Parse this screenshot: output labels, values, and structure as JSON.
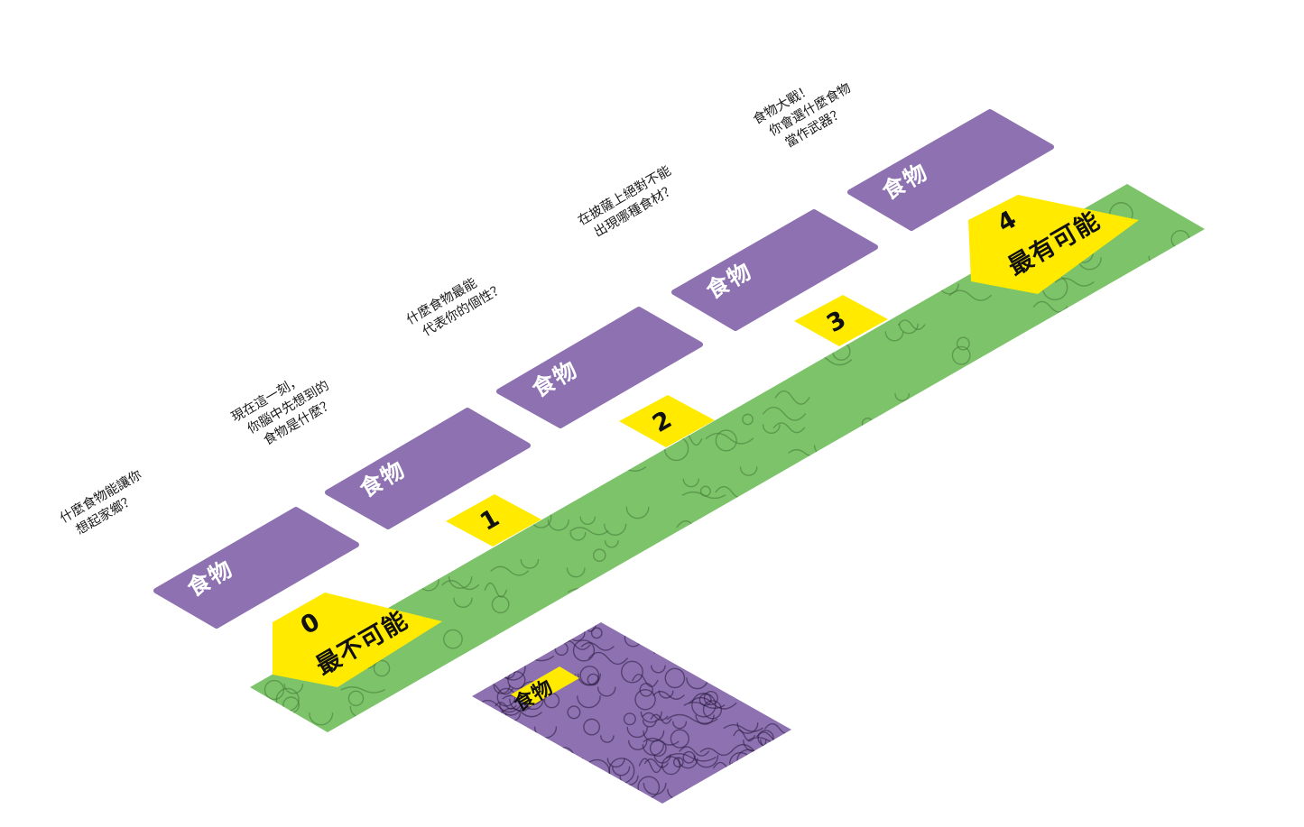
{
  "colors": {
    "purple": "#8d71b1",
    "green": "#7cc36a",
    "yellow": "#ffea00",
    "ink": "#111111"
  },
  "scale": {
    "min_number": "0",
    "min_label": "最不可能",
    "max_number": "4",
    "max_label": "最有可能",
    "middle_numbers": [
      "1",
      "2",
      "3"
    ]
  },
  "cards": [
    {
      "label": "食物",
      "question_lines": [
        "什麼食物能讓你",
        "想起家鄉？"
      ]
    },
    {
      "label": "食物",
      "question_lines": [
        "現在這一刻，",
        "你腦中先想到的",
        "食物是什麼？"
      ]
    },
    {
      "label": "食物",
      "question_lines": [
        "什麼食物最能",
        "代表你的個性？"
      ]
    },
    {
      "label": "食物",
      "question_lines": [
        "在披薩上絕對不能",
        "出現哪種食材？"
      ]
    },
    {
      "label": "食物",
      "question_lines": [
        "食物大戰！",
        "你會選什麼食物",
        "當作武器？"
      ]
    }
  ],
  "card_back": {
    "label": "食物"
  }
}
